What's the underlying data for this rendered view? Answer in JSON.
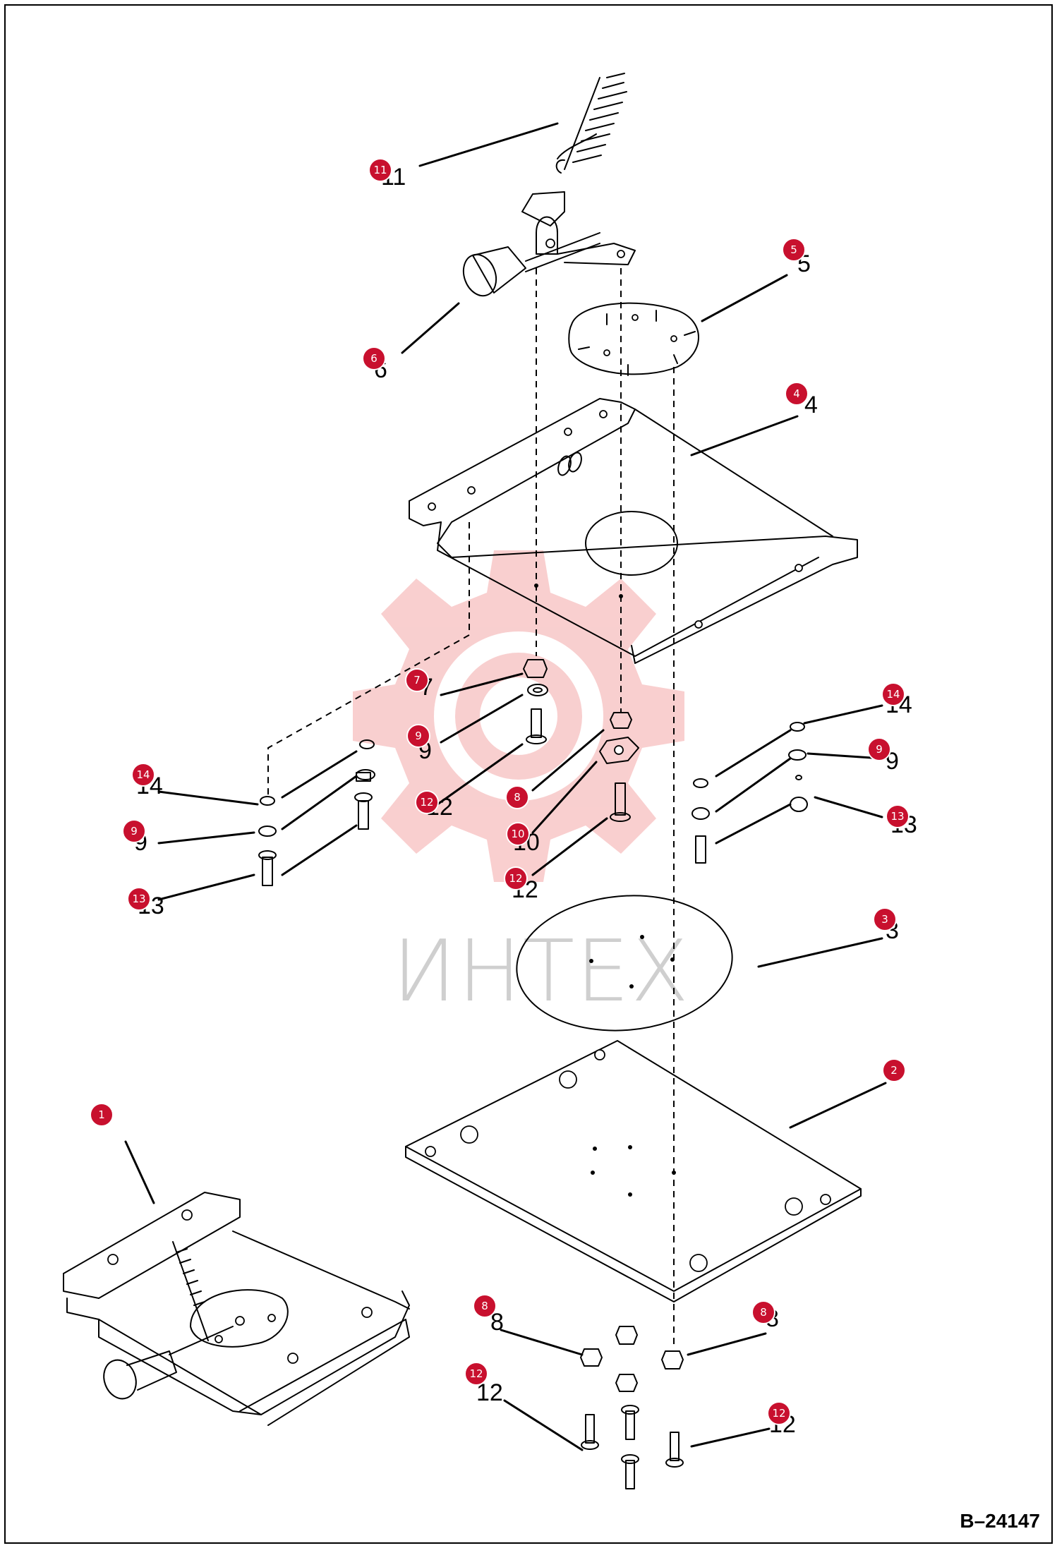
{
  "diagram": {
    "reference_code": "B–24147",
    "watermark_text": "ИНТЕХ",
    "callout_color": "#c8102e",
    "watermark_color": "#f4b6b6",
    "callouts": [
      "1",
      "2",
      "3",
      "4",
      "5",
      "6",
      "7",
      "8",
      "8",
      "8",
      "9",
      "9",
      "9",
      "10",
      "11",
      "12",
      "12",
      "12",
      "12",
      "13",
      "13",
      "14",
      "14"
    ]
  }
}
